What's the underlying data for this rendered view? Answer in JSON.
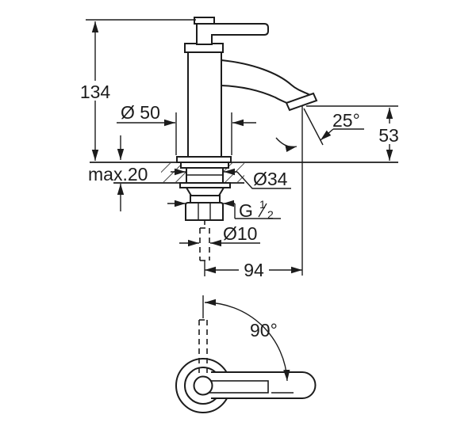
{
  "colors": {
    "line": "#1c1c1c",
    "background": "#ffffff"
  },
  "dimensions": {
    "total_height": "134",
    "base_diameter": "Ø 50",
    "max_mounting_thickness": "max.20",
    "shank_diameter": "Ø34",
    "thread_letter": "G",
    "thread_numerator": "1",
    "thread_denominator": "2",
    "supply_hose_diameter": "Ø10",
    "spout_reach": "94",
    "spout_height": "53",
    "spout_angle": "25°",
    "handle_swivel_angle": "90°"
  }
}
